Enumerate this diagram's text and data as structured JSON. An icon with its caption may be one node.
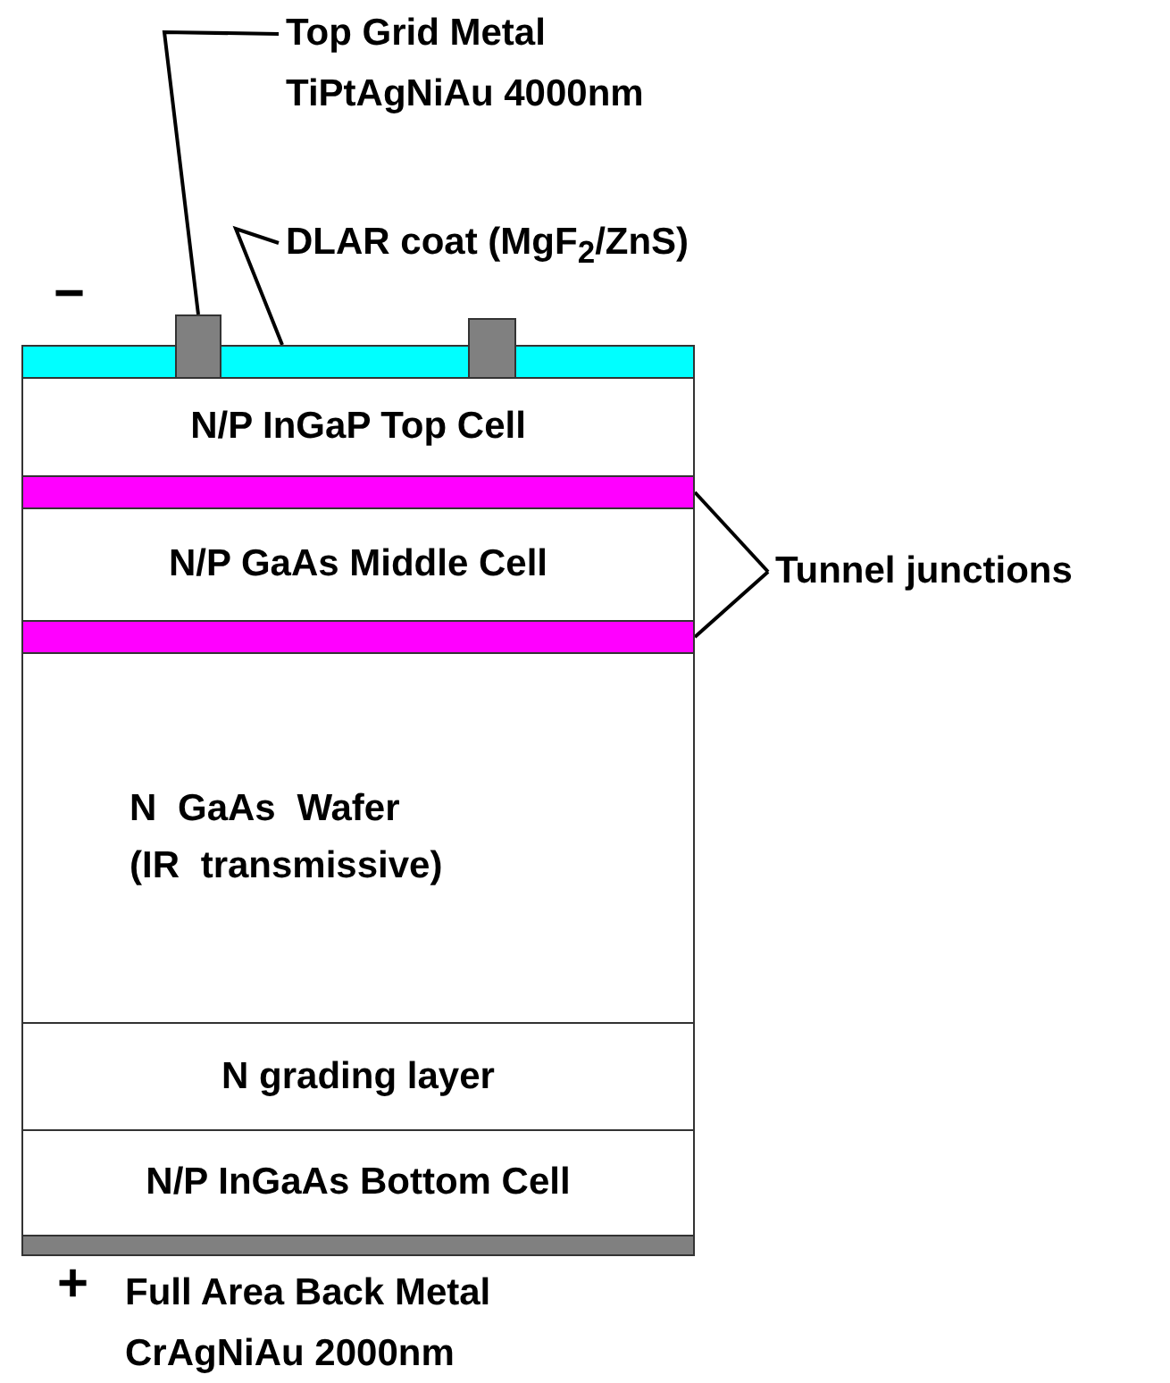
{
  "diagram": {
    "nodes": [
      {
        "text": [
          "Top Grid Metal TiPtAgNiAu 4000nm"
        ]
      },
      {
        "text": [
          "DLAR coat (MgF$_{2}$/ZnS)"
        ]
      },
      {
        "text": [],
        "shape": "box"
      },
      {
        "text": [],
        "shape": "box"
      },
      {
        "text": [],
        "shape": "bar"
      },
      {
        "text": [
          "N/P InGaP Top Cell"
        ]
      },
      {
        "text": [],
        "shape": "bar"
      },
      {
        "text": [
          "N/P GaAs Middle Cell"
        ]
      },
      {
        "text": [],
        "shape": "bar"
      },
      {
        "text": [
          "N GaAs Wafer (IR transmissive)"
        ]
      },
      {
        "text": [
          "N grading layer"
        ]
      },
      {
        "text": [
          "N/P InGaAs Bottom Cell"
        ]
      },
      {
        "text": [],
        "shape": "bar"
      },
      {
        "text": [
          "Tunnel junctions"
        ]
      }
    ],
    "edges": [
      {
        "from": 0,
        "to": 2,
        "arrow": "none"
      },
      {
        "from": 1,
        "to": 4,
        "arrow": "none"
      },
      {
        "from": 13,
        "to": 6,
        "arrow": "none"
      },
      {
        "from": 13,
        "to": 8,
        "arrow": "none"
      }
    ],
    "labels": [
      "−",
      "+",
      "Full Area Back Metal CrAgNiAu 2000nm"
    ]
  }
}
